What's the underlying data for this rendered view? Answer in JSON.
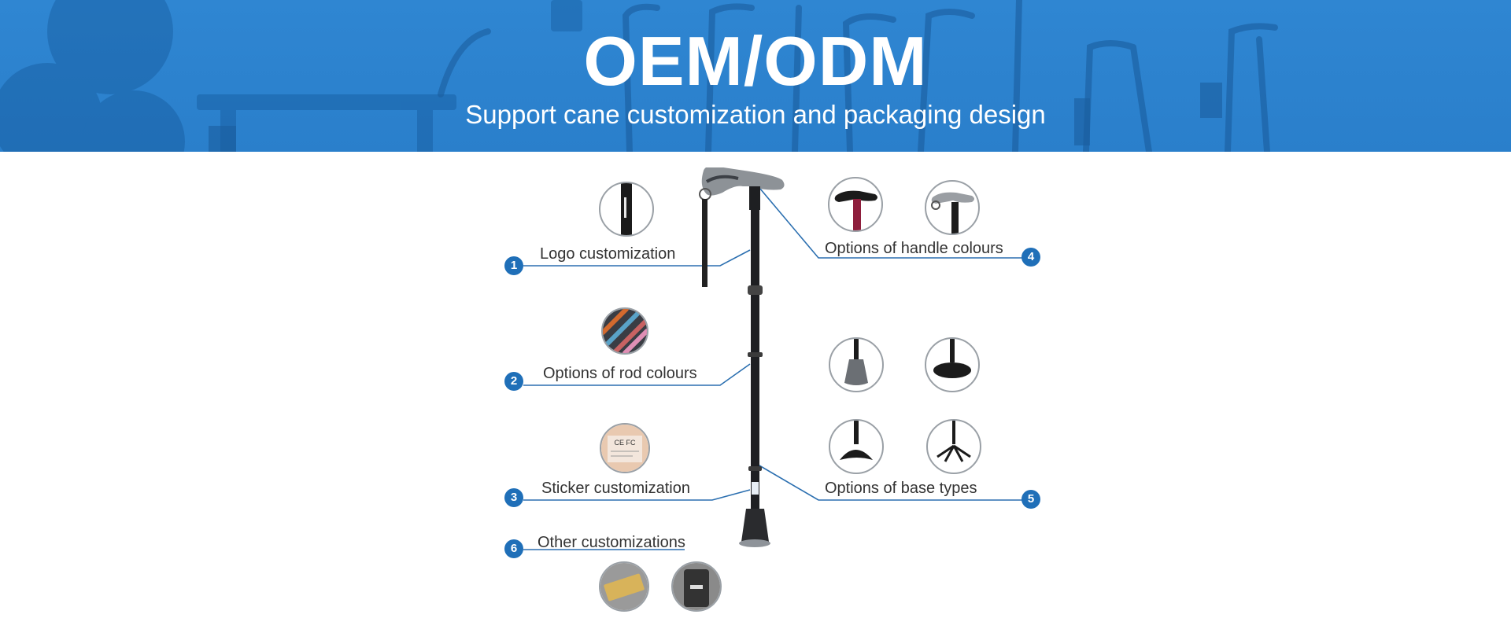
{
  "banner": {
    "title": "OEM/ODM",
    "subtitle": "Support cane customization and packaging design"
  },
  "features": [
    {
      "number": "1",
      "label": "Logo customization"
    },
    {
      "number": "2",
      "label": "Options of rod colours"
    },
    {
      "number": "3",
      "label": "Sticker customization"
    },
    {
      "number": "4",
      "label": "Options of handle colours"
    },
    {
      "number": "5",
      "label": "Options of base types"
    },
    {
      "number": "6",
      "label": "Other customizations"
    }
  ],
  "colors": {
    "banner_blue": "#2f86d2",
    "badge_blue": "#1f6fb8",
    "leader_line": "#2b6fb0",
    "label_text": "#333333"
  }
}
